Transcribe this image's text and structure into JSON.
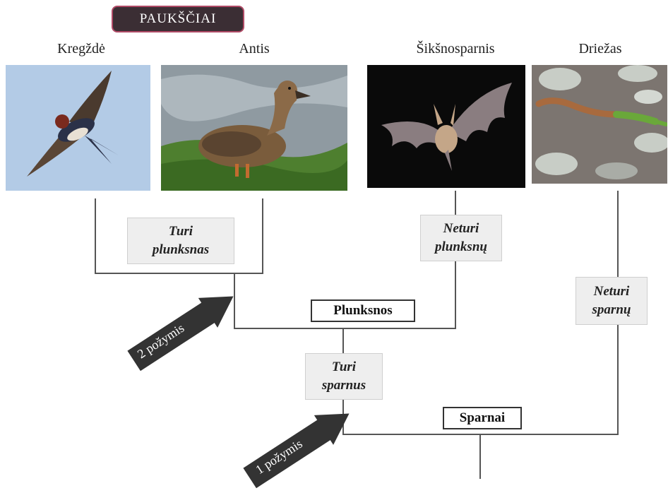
{
  "group_badge": "PAUKŠČIAI",
  "animals": [
    {
      "name": "Kregždė",
      "photo": "swallow-photo"
    },
    {
      "name": "Antis",
      "photo": "duck-photo"
    },
    {
      "name": "Šikšnosparnis",
      "photo": "bat-photo"
    },
    {
      "name": "Driežas",
      "photo": "lizard-photo"
    }
  ],
  "labels": {
    "has_feathers": [
      "Turi",
      "plunksnas"
    ],
    "no_feathers": [
      "Neturi",
      "plunksnų"
    ],
    "has_wings": [
      "Turi",
      "sparnus"
    ],
    "no_wings": [
      "Neturi",
      "sparnų"
    ]
  },
  "traits": {
    "feathers": "Plunksnos",
    "wings": "Sparnai"
  },
  "arrows": {
    "trait2": "2 požymis",
    "trait1": "1 požymis"
  },
  "colors": {
    "badge_bg": "#3b2e34",
    "badge_border": "#b04a66",
    "arrow": "#333333",
    "label_bg": "#eeeeee"
  }
}
